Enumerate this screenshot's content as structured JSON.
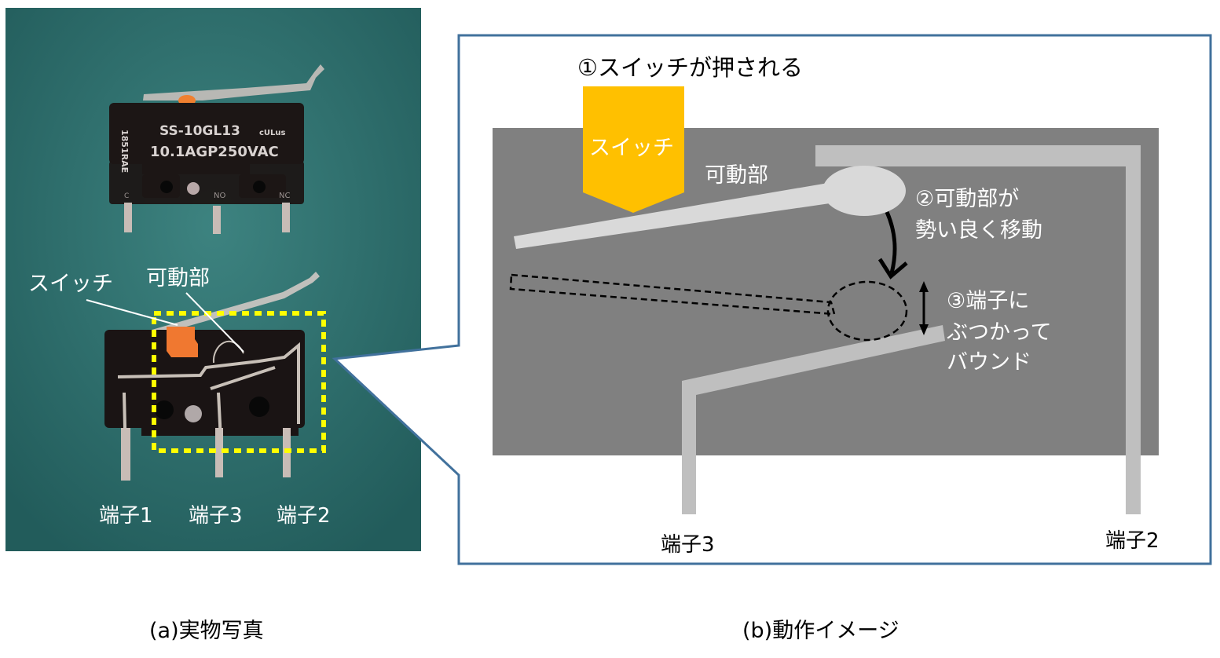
{
  "photo": {
    "switch_label": "スイッチ",
    "movable_label": "可動部",
    "terminal1": "端子1",
    "terminal3": "端子3",
    "terminal2": "端子2",
    "printed_model": "SS-10GL13",
    "printed_rating": "10.1AGP250VAC",
    "printed_side": "1851RAE",
    "printed_c": "C",
    "printed_no": "NO",
    "printed_nc": "NC",
    "printed_cert": "cULus",
    "caption": "(a)実物写真"
  },
  "diagram": {
    "step1": "①スイッチが押される",
    "switch_label": "スイッチ",
    "movable_label": "可動部",
    "step2_line1": "②可動部が",
    "step2_line2": "勢い良く移動",
    "step3_line1": "③端子に",
    "step3_line2": "ぶつかって",
    "step3_line3": "バウンド",
    "terminal3": "端子3",
    "terminal2": "端子2",
    "caption": "(b)動作イメージ"
  },
  "colors": {
    "photo_bg": "#2c6e6c",
    "frame": "#41719c",
    "body": "#808080",
    "metal": "#c0c0c0",
    "switch": "#ffc000",
    "highlight": "#ffff00"
  }
}
